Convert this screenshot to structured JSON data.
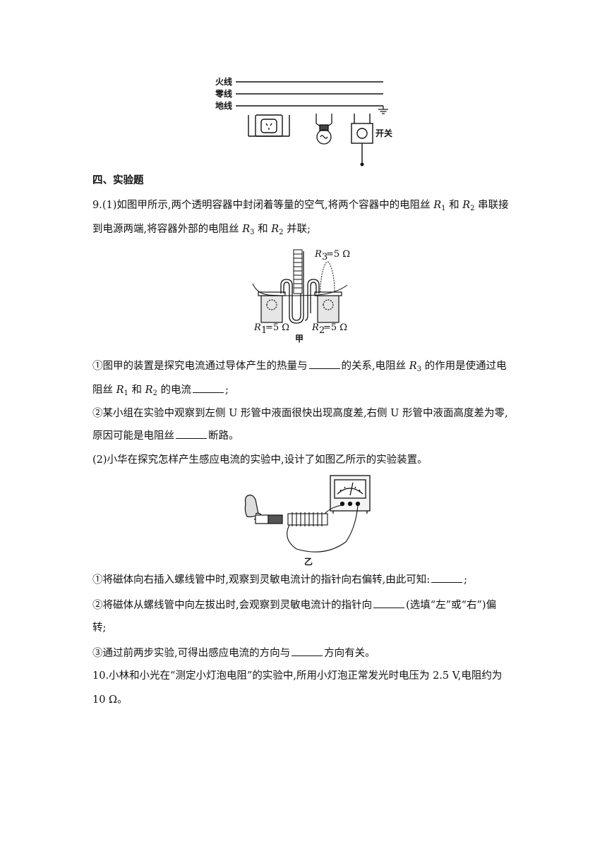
{
  "circuit_fig": {
    "live_wire": "火线",
    "neutral_wire": "零线",
    "ground_wire": "地线",
    "switch_label": "开关"
  },
  "section4": {
    "heading": "四、实验题"
  },
  "q9": {
    "part1_line1_a": "9.(1)如图甲所示,两个透明容器中封闭着等量的空气,将两个容器中的电阻丝 ",
    "r1": "R",
    "r1_sub": "1",
    "and1": " 和 ",
    "r2": "R",
    "r2_sub": "2",
    "part1_line1_b": " 串联接",
    "part1_line2_a": "到电源两端,将容器外部的电阻丝 ",
    "r3": "R",
    "r3_sub": "3",
    "and2": " 和 ",
    "part1_line2_b": " 并联;",
    "fig_jia": {
      "r3_label": "R",
      "r3_sub": "3",
      "r3_val": "=5 Ω",
      "r1_label": "R",
      "r1_sub": "1",
      "r1_val": "=5 Ω",
      "r2_label": "R",
      "r2_sub": "2",
      "r2_val": "=5 Ω",
      "caption": "甲"
    },
    "s1_line1_a": "①图甲的装置是探究电流通过导体产生的热量与",
    "s1_line1_b": "的关系,电阻丝 ",
    "s1_line1_c": " 的作用是使通过电",
    "s1_line2_a": "阻丝 ",
    "s1_line2_b": " 和 ",
    "s1_line2_c": " 的电流",
    "s1_line2_d": ";",
    "s2_line1": "②某小组在实验中观察到左侧 U 形管中液面很快出现高度差,右侧 U 形管中液面高度差为零,",
    "s2_line2_a": "原因可能是电阻丝",
    "s2_line2_b": "断路。",
    "part2": "(2)小华在探究怎样产生感应电流的实验中,设计了如图乙所示的实验装置。",
    "fig_yi": {
      "caption": "乙"
    },
    "t1_a": "①将磁体向右插入螺线管中时,观察到灵敏电流计的指针向右偏转,由此可知:",
    "t1_b": ";",
    "t2_a": "②将磁体从螺线管中向左拔出时,会观察到灵敏电流计的指针向",
    "t2_b": "(选填“左”或“右”)偏",
    "t2_c": "转;",
    "t3_a": "③通过前两步实验,可得出感应电流的方向与",
    "t3_b": "方向有关。"
  },
  "q10": {
    "line1": "10.小林和小光在“测定小灯泡电阻”的实验中,所用小灯泡正常发光时电压为 2.5 V,电阻约为",
    "line2": "10 Ω。"
  }
}
